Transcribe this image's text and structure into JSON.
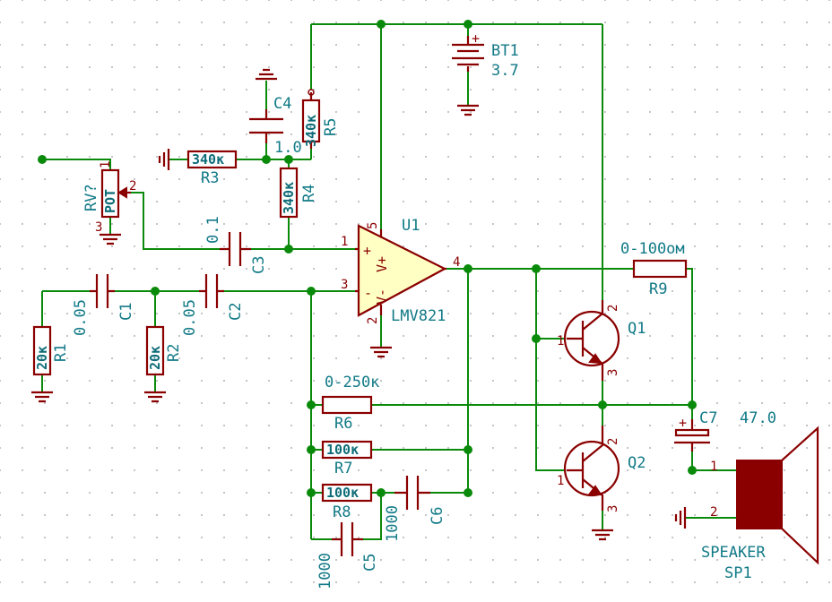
{
  "components": {
    "bt1": {
      "ref": "BT1",
      "value": "3.7"
    },
    "u1": {
      "ref": "U1",
      "value": "LMV821",
      "pin_plus": "V+",
      "pin_minus": "V-",
      "in_plus": "+",
      "in_minus": "-"
    },
    "r1": {
      "ref": "R1",
      "value": "20к"
    },
    "r2": {
      "ref": "R2",
      "value": "20к"
    },
    "r3": {
      "ref": "R3",
      "value": "340к"
    },
    "r4": {
      "ref": "R4",
      "value": "340к"
    },
    "r5": {
      "ref": "R5",
      "value": "340к"
    },
    "r6": {
      "ref": "R6",
      "value": "0-250к"
    },
    "r7": {
      "ref": "R7",
      "value": "100к"
    },
    "r8": {
      "ref": "R8",
      "value": "100к"
    },
    "r9": {
      "ref": "R9",
      "value": "0-100ом"
    },
    "c1": {
      "ref": "C1",
      "value": "0.05"
    },
    "c2": {
      "ref": "C2",
      "value": "0.05"
    },
    "c3": {
      "ref": "C3",
      "value": "0.1"
    },
    "c4": {
      "ref": "C4",
      "value": "1.0"
    },
    "c5": {
      "ref": "C5",
      "value": "1000"
    },
    "c6": {
      "ref": "C6",
      "value": "1000"
    },
    "c7": {
      "ref": "C7",
      "value": "47.0"
    },
    "rv": {
      "ref": "RV?",
      "value": "POT"
    },
    "q1": {
      "ref": "Q1"
    },
    "q2": {
      "ref": "Q2"
    },
    "sp1": {
      "ref": "SP1",
      "value": "SPEAKER"
    }
  },
  "pins": {
    "u1_in_plus": "1",
    "u1_in_minus": "3",
    "u1_out": "4",
    "u1_vcc": "5",
    "u1_gnd": "2",
    "rv_1": "1",
    "rv_2": "2",
    "rv_3": "3",
    "q_base": "1",
    "q_collector": "2",
    "q_emitter": "3",
    "sp_1": "1",
    "sp_2": "2",
    "plus_sign": "+"
  }
}
